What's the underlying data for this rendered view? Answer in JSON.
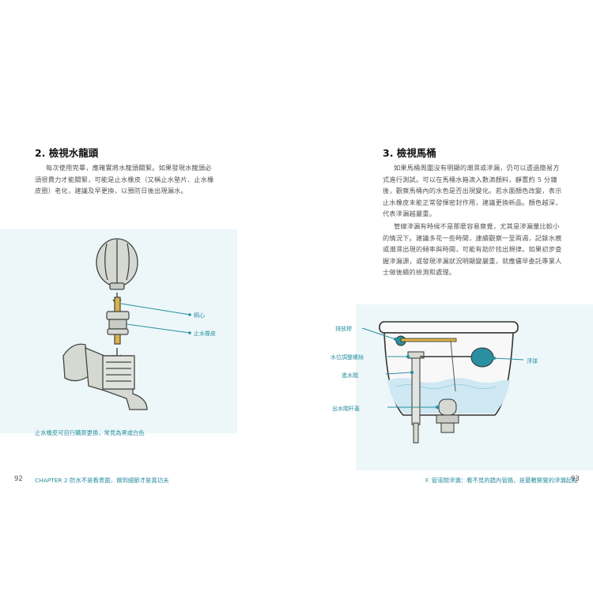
{
  "left": {
    "heading": "2. 檢視水龍頭",
    "paragraph": [
      "每次使用完畢，應確實將水龍頭關緊。如果發現水龍頭必",
      "須很費力才能關緊，可能是止水橡皮（又稱止水墊片、止水橡",
      "皮圈）老化，建議及早更換，以預防日後出現漏水。"
    ],
    "labels": {
      "core": "銅心",
      "rubber": "止水橡皮"
    },
    "caption": "止水橡皮可自行購買更換，常見為黑或白色",
    "page_number": "92",
    "footer": "CHAPTER 2 防水不是看表面，做到細節才是真功夫"
  },
  "right": {
    "heading": "3. 檢視馬桶",
    "paragraphs": [
      [
        "如果馬桶周圍沒有明顯的潮濕或滲漏，仍可以透過簡易方",
        "式進行測試。可以在馬桶水箱滴入數滴顏料，靜置約 5 分鐘",
        "後，觀察馬桶內的水色是否出現變化。若水面顏色改變，表示",
        "止水橡皮未能正常發揮密封作用，建議更換新品。顏色越深，",
        "代表滲漏越嚴重。"
      ],
      [
        "管線滲漏有時候不是那麼容易察覺，尤其是滲漏量比較小",
        "的情況下。建議多花一些時間，連續觀察一至兩週，記錄水痕",
        "或潮濕出現的頻率與時間，可能有助於找出規律。如果初步查",
        "握滲漏源，或發現滲漏狀況明顯變嚴重，就應儘早委託專業人",
        "士做後續的檢測和處理。"
      ]
    ],
    "labels": {
      "flush_lever": "排放桿",
      "water_level_screw": "水位調整螺絲",
      "inlet_valve": "進水閥",
      "flapper": "出水閥杆蓋",
      "float": "浮球"
    },
    "footer": "F. 管道間滲漏：看不見的牆內管路，是最難察覺的滲漏起點",
    "page_number": "93"
  },
  "colors": {
    "accent": "#2a8fa0",
    "water": "#cfe8f3",
    "metal": "#d6d9d2",
    "brass": "#d9b24a"
  }
}
